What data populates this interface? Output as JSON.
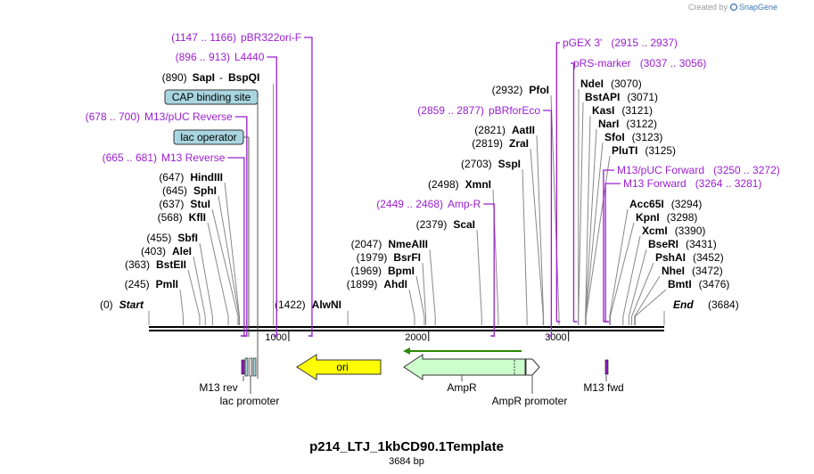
{
  "app": {
    "credit_text": "Created by",
    "brand": "SnapGene",
    "brand_color": "#3b77b6"
  },
  "map": {
    "title": "p214_LTJ_1kbCD90.1Template",
    "length_label": "3684 bp",
    "length": 3684,
    "ticks": [
      {
        "pos": 1000,
        "label": "1000"
      },
      {
        "pos": 2000,
        "label": "2000"
      },
      {
        "pos": 3000,
        "label": "3000"
      }
    ],
    "colors": {
      "primer": "#9b1fcf",
      "site_line": "#888888",
      "ori": "#ffff00",
      "ampr": "#ccffcc",
      "boxed_feature": "#a9d6e0",
      "ampr_promoter": "#ffffff",
      "backbone": "#000000"
    }
  },
  "sites_left": [
    {
      "id": "start",
      "pre": "(0)",
      "name": "Start",
      "post": "",
      "pos": 0,
      "style": "italic"
    },
    {
      "id": "pmli",
      "pre": "(245)",
      "name": "PmlI",
      "post": "",
      "pos": 245
    },
    {
      "id": "bsteii",
      "pre": "(363)",
      "name": "BstEII",
      "post": "",
      "pos": 363
    },
    {
      "id": "alei",
      "pre": "(403)",
      "name": "AleI",
      "post": "",
      "pos": 403
    },
    {
      "id": "sbfi",
      "pre": "(455)",
      "name": "SbfI",
      "post": "",
      "pos": 455
    },
    {
      "id": "kfli",
      "pre": "(568)",
      "name": "KflI",
      "post": "",
      "pos": 568
    },
    {
      "id": "stui",
      "pre": "(637)",
      "name": "StuI",
      "post": "",
      "pos": 637
    },
    {
      "id": "sphi",
      "pre": "(645)",
      "name": "SphI",
      "post": "",
      "pos": 645
    },
    {
      "id": "hindiii",
      "pre": "(647)",
      "name": "HindIII",
      "post": "",
      "pos": 647
    },
    {
      "id": "sapi",
      "pre": "(890)",
      "name": "SapI",
      "post": "BspQI",
      "pos": 890
    },
    {
      "id": "alwni",
      "pre": "(1422)",
      "name": "AlwNI",
      "post": "",
      "pos": 1422
    }
  ],
  "sites_mid": [
    {
      "id": "ahdi",
      "pre": "(1899)",
      "name": "AhdI",
      "pos": 1899
    },
    {
      "id": "bpmi",
      "pre": "(1969)",
      "name": "BpmI",
      "pos": 1969
    },
    {
      "id": "bsrfi",
      "pre": "(1979)",
      "name": "BsrFI",
      "pos": 1979
    },
    {
      "id": "nmeaiii",
      "pre": "(2047)",
      "name": "NmeAIII",
      "pos": 2047
    },
    {
      "id": "scai",
      "pre": "(2379)",
      "name": "ScaI",
      "pos": 2379
    },
    {
      "id": "xmni",
      "pre": "(2498)",
      "name": "XmnI",
      "pos": 2498
    },
    {
      "id": "sspi",
      "pre": "(2703)",
      "name": "SspI",
      "pos": 2703
    },
    {
      "id": "zrai",
      "pre": "(2819)",
      "name": "ZraI",
      "pos": 2819
    },
    {
      "id": "aatii",
      "pre": "(2821)",
      "name": "AatII",
      "pos": 2821
    },
    {
      "id": "pfoi",
      "pre": "(2932)",
      "name": "PfoI",
      "pos": 2932
    }
  ],
  "sites_right": [
    {
      "id": "ndei",
      "name": "NdeI",
      "post": "(3070)",
      "pos": 3070
    },
    {
      "id": "bstapi",
      "name": "BstAPI",
      "post": "(3071)",
      "pos": 3071
    },
    {
      "id": "kasi",
      "name": "KasI",
      "post": "(3121)",
      "pos": 3121
    },
    {
      "id": "nari",
      "name": "NarI",
      "post": "(3122)",
      "pos": 3122
    },
    {
      "id": "sfoi",
      "name": "SfoI",
      "post": "(3123)",
      "pos": 3123
    },
    {
      "id": "plutii",
      "name": "PluTI",
      "post": "(3125)",
      "pos": 3125
    },
    {
      "id": "acc65i",
      "name": "Acc65I",
      "post": "(3294)",
      "pos": 3294
    },
    {
      "id": "kpni",
      "name": "KpnI",
      "post": "(3298)",
      "pos": 3298
    },
    {
      "id": "xcmi",
      "name": "XcmI",
      "post": "(3390)",
      "pos": 3390
    },
    {
      "id": "bseri",
      "name": "BseRI",
      "post": "(3431)",
      "pos": 3431
    },
    {
      "id": "pshai",
      "name": "PshAI",
      "post": "(3452)",
      "pos": 3452
    },
    {
      "id": "nhei",
      "name": "NheI",
      "post": "(3472)",
      "pos": 3472
    },
    {
      "id": "bmti",
      "name": "BmtI",
      "post": "(3476)",
      "pos": 3476
    },
    {
      "id": "end",
      "name": "End",
      "post": "(3684)",
      "pos": 3684,
      "style": "italic"
    }
  ],
  "primers": [
    {
      "id": "pbr322ori-f",
      "range": "(1147 .. 1166)",
      "name": "pBR322ori-F",
      "pos": 1166,
      "side": "left"
    },
    {
      "id": "l4440",
      "range": "(896 .. 913)",
      "name": "L4440",
      "pos": 913,
      "side": "left"
    },
    {
      "id": "m13puc-reverse",
      "range": "(678 .. 700)",
      "name": "M13/pUC Reverse",
      "pos": 700,
      "side": "left"
    },
    {
      "id": "m13-reverse",
      "range": "(665 .. 681)",
      "name": "M13 Reverse",
      "pos": 681,
      "side": "left"
    },
    {
      "id": "amp-r",
      "range": "(2449 .. 2468)",
      "name": "Amp-R",
      "pos": 2468,
      "side": "left"
    },
    {
      "id": "pbrforeco",
      "range": "(2859 .. 2877)",
      "name": "pBRforEco",
      "pos": 2877,
      "side": "left"
    },
    {
      "id": "pgex3",
      "range": "(2915 .. 2937)",
      "name": "pGEX 3'",
      "pos": 2915,
      "side": "right"
    },
    {
      "id": "prs-marker",
      "range": "(3037 .. 3056)",
      "name": "pRS-marker",
      "pos": 3037,
      "side": "right"
    },
    {
      "id": "m13puc-forward",
      "range": "(3250 .. 3272)",
      "name": "M13/pUC Forward",
      "pos": 3250,
      "side": "right"
    },
    {
      "id": "m13-forward",
      "range": "(3264 .. 3281)",
      "name": "M13 Forward",
      "pos": 3264,
      "side": "right"
    }
  ],
  "boxed_features": [
    {
      "id": "cap-binding-site",
      "name": "CAP binding site",
      "pos": 700
    },
    {
      "id": "lac-operator",
      "name": "lac operator",
      "pos": 690
    }
  ],
  "features": [
    {
      "id": "ori",
      "name": "ori"
    },
    {
      "id": "ampr",
      "name": "AmpR"
    },
    {
      "id": "m13-rev",
      "name": "M13 rev"
    },
    {
      "id": "lac-promoter",
      "name": "lac promoter"
    },
    {
      "id": "ampr-promoter",
      "name": "AmpR promoter"
    },
    {
      "id": "m13-fwd",
      "name": "M13 fwd"
    }
  ]
}
